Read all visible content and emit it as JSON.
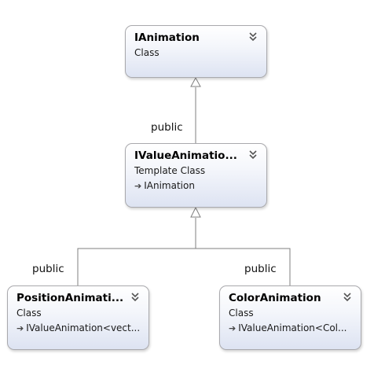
{
  "nodes": {
    "ianimation": {
      "title": "IAnimation",
      "kind": "Class"
    },
    "ivalueanimation": {
      "title": "IValueAnimatio...",
      "kind": "Template Class",
      "base": "IAnimation"
    },
    "positionanimation": {
      "title": "PositionAnimati...",
      "kind": "Class",
      "base": "IValueAnimation<vect..."
    },
    "coloranimation": {
      "title": "ColorAnimation",
      "kind": "Class",
      "base": "IValueAnimation<Col..."
    }
  },
  "edges": {
    "ivalue_to_ianimation": "public",
    "position_to_ivalue": "public",
    "color_to_ivalue": "public"
  },
  "icons": {
    "expander": "double-chevron-down-icon",
    "inherit": "inheritance-arrow-icon"
  },
  "colors": {
    "node_border": "#a9a9ad",
    "node_gradient_bottom": "#dde3f2",
    "connector": "#7f7f7f"
  }
}
